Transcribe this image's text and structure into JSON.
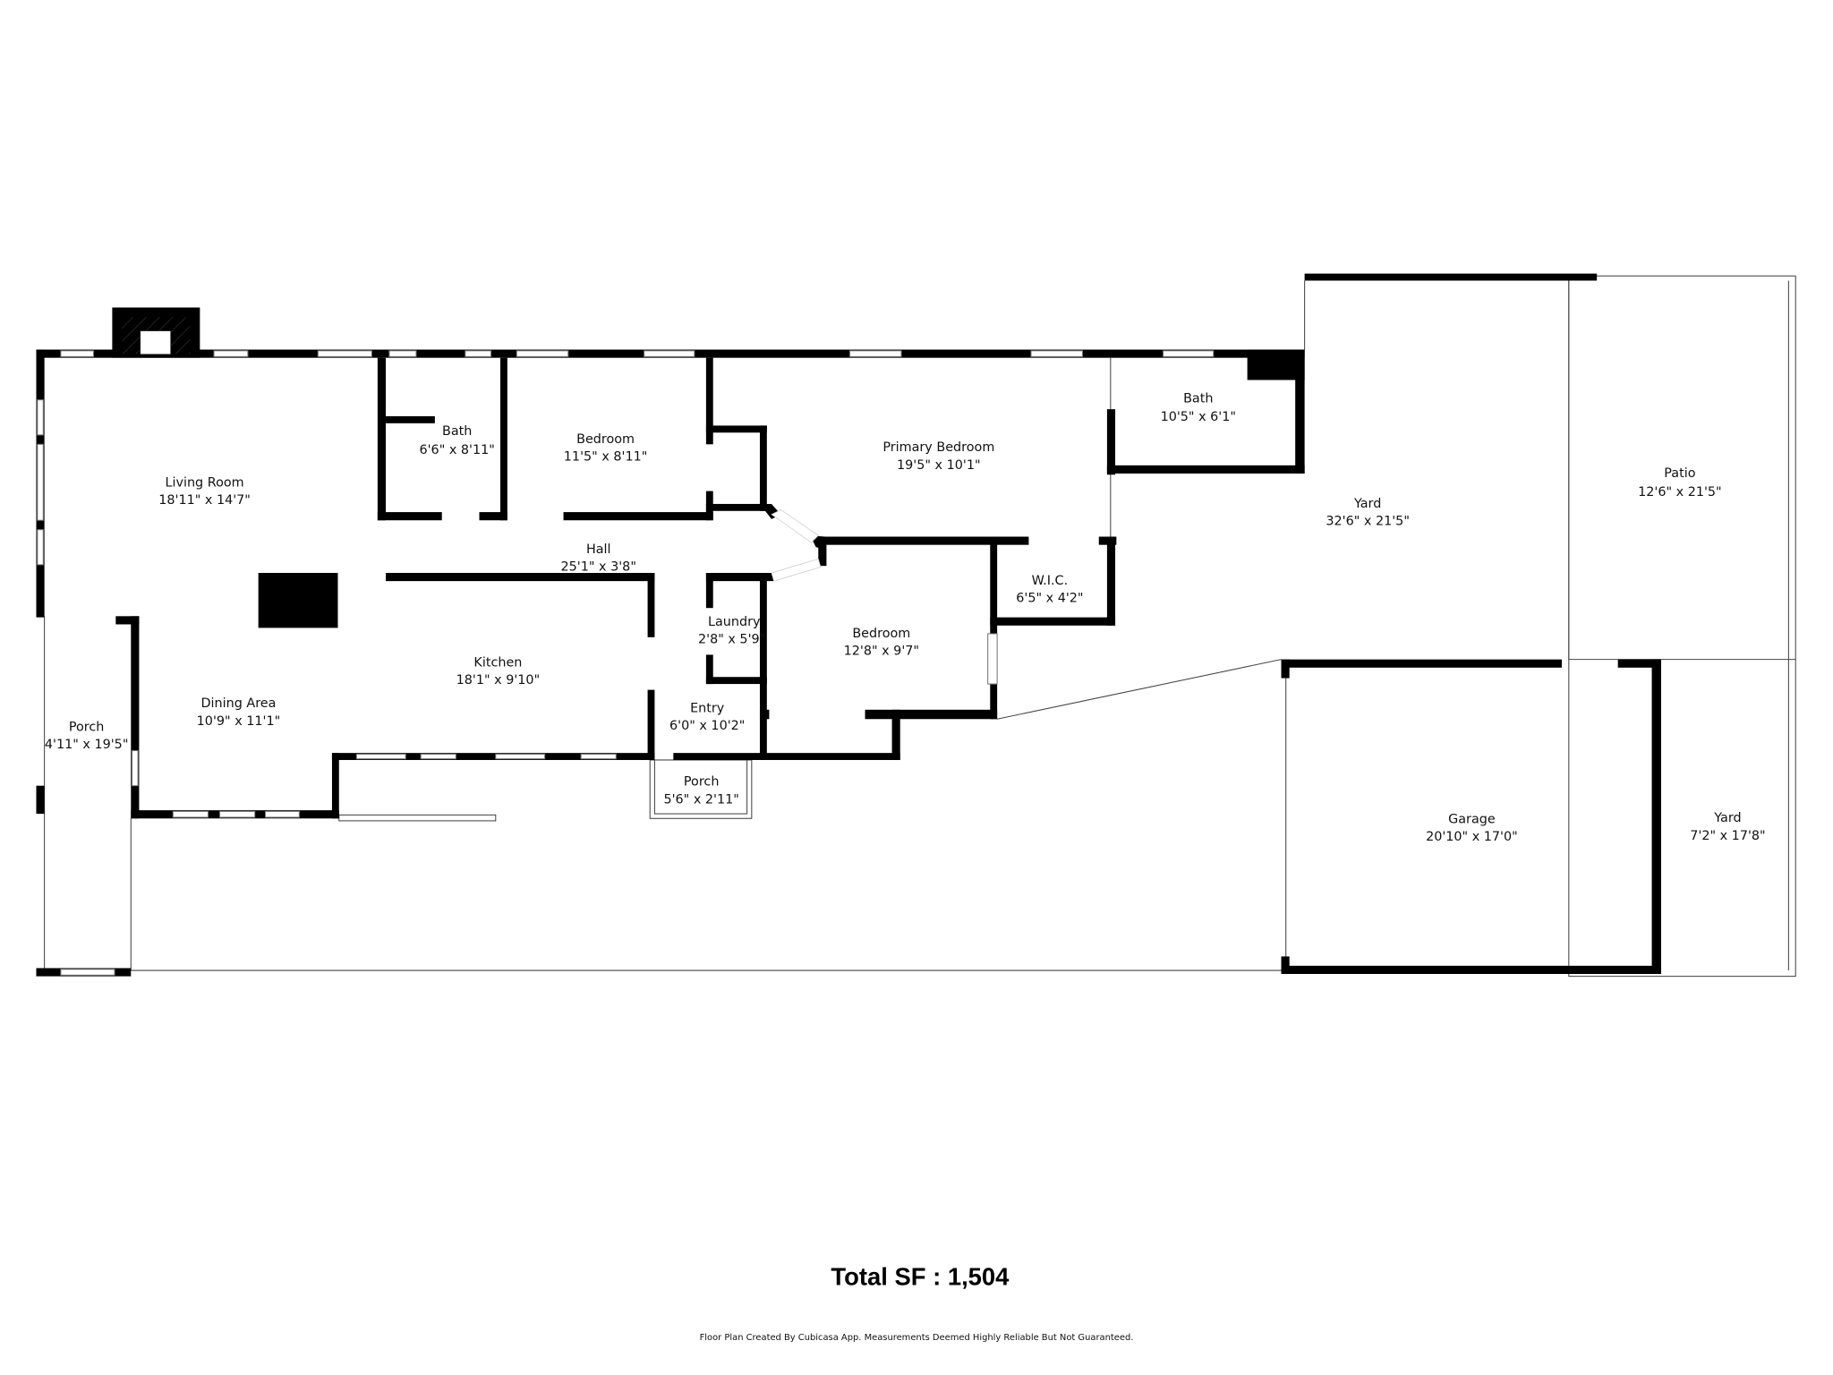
{
  "rooms": [
    {
      "name": "Living Room",
      "size": "18'11\" x 14'7\""
    },
    {
      "name": "Bath",
      "size": "6'6\" x 8'11\""
    },
    {
      "name": "Bedroom",
      "size": "11'5\" x 8'11\""
    },
    {
      "name": "Primary Bedroom",
      "size": "19'5\" x 10'1\""
    },
    {
      "name": "Bath",
      "size": "10'5\" x 6'1\""
    },
    {
      "name": "Yard",
      "size": "32'6\" x 21'5\""
    },
    {
      "name": "Patio",
      "size": "12'6\" x 21'5\""
    },
    {
      "name": "Hall",
      "size": "25'1\" x 3'8\""
    },
    {
      "name": "W.I.C.",
      "size": "6'5\" x 4'2\""
    },
    {
      "name": "Laundry",
      "size": "2'8\" x 5'9\""
    },
    {
      "name": "Bedroom",
      "size": "12'8\" x 9'7\""
    },
    {
      "name": "Kitchen",
      "size": "18'1\" x 9'10\""
    },
    {
      "name": "Dining Area",
      "size": "10'9\" x 11'1\""
    },
    {
      "name": "Porch",
      "size": "4'11\" x 19'5\""
    },
    {
      "name": "Entry",
      "size": "6'0\" x 10'2\""
    },
    {
      "name": "Porch",
      "size": "5'6\" x 2'11\""
    },
    {
      "name": "Garage",
      "size": "20'10\" x 17'0\""
    },
    {
      "name": "Yard",
      "size": "7'2\" x 17'8\""
    }
  ],
  "total": "Total SF : 1,504",
  "footer": "Floor Plan Created By Cubicasa App. Measurements Deemed Highly Reliable But Not Guaranteed."
}
